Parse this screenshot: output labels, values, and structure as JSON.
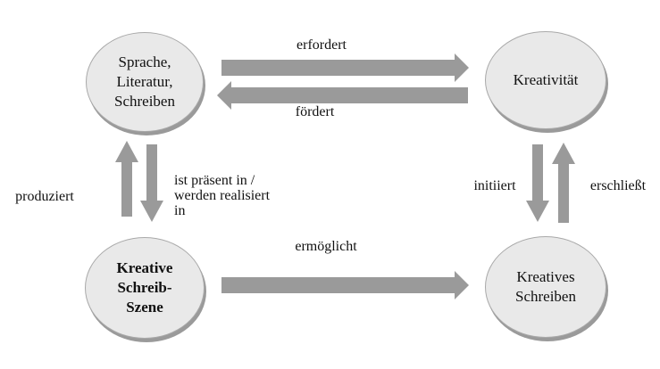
{
  "colors": {
    "background": "#ffffff",
    "arrow": "#9a9a9a",
    "node_fill": "#e9e9e9",
    "node_border": "#a9a9a9",
    "node_shadow": "#9a9a9a",
    "text": "#111111"
  },
  "nodes": {
    "sprache": {
      "lines": [
        "Sprache,",
        "Literatur,",
        "Schreiben"
      ]
    },
    "kreativitaet": {
      "label": "Kreativität"
    },
    "schreibszene": {
      "lines": [
        "Kreative",
        "Schreib-",
        "Szene"
      ]
    },
    "kreatives_schreiben": {
      "lines": [
        "Kreatives",
        "Schreiben"
      ]
    }
  },
  "labels": {
    "erfordert": "erfordert",
    "foerdert": "fördert",
    "produziert": "produziert",
    "praesent_in": [
      "ist präsent in /",
      "werden realisiert",
      "in"
    ],
    "initiiert": "initiiert",
    "erschliesst": "erschließt",
    "ermoeglicht": "ermöglicht"
  }
}
